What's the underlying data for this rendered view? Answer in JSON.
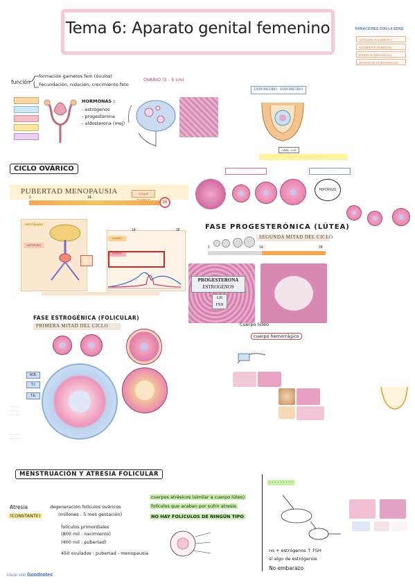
{
  "title": "Tema 6: Aparato genital femenino",
  "age_variations": {
    "heading": "VARIACIONES CON LA EDAD",
    "items": [
      "ANTES DEL NACIMIENTO",
      "NACIMIENTO-PUBERTAD",
      "PUBERTAD MENOPAUSIA",
      "DESPUES DE LA MENOPAUSIA"
    ]
  },
  "funcion": {
    "label": "función",
    "items": [
      "formación gametos fem (óvulos)",
      "Fecundación, nidación, crecimiento feto"
    ]
  },
  "hormonas": {
    "heading": "HORMONAS :",
    "items": [
      "- estrógenos",
      "- progesterona",
      "- aldosterona (mej)"
    ]
  },
  "ovario_label": "OVARIO (3 - 5 cm)",
  "ciclo_ovarico": {
    "heading": "CICLO OVÁRICO",
    "ribbon": "PUBERTAD MENOPAUSIA",
    "ciclo_label": "CICLO OVÁRICO",
    "day_start": "1",
    "day_mid": "14",
    "day_end": "28",
    "side_labels": [
      "HIPOTÁLAMO",
      "HIPÓFISIS",
      "OVARIO",
      "ÚTERO"
    ]
  },
  "fase_progesteronica": {
    "heading": "FASE PROGESTERÓNICA (LÚTEA)",
    "ribbon": "SEGUNDA MITAD DEL CICLO",
    "day_start": "1",
    "day_mid": "14",
    "day_end": "28",
    "hormone_box": "PROGESTERONA",
    "hormone_box2": "ESTROGENOS",
    "lh": "LH",
    "fsh": "FSH"
  },
  "fase_estrogenica": {
    "heading": "FASE ESTROGÉNICA (FOLICULAR)",
    "ribbon": "PRIMERA MITAD DEL CICLO",
    "layers": [
      "M.B.",
      "T.I.",
      "T.E."
    ]
  },
  "cuerpo_luteo": {
    "label": "Cuerpo lúteo",
    "branch": "cuerpo hemorrágico"
  },
  "menstruacion": {
    "heading": "MENSTRUACIÓN Y ATRESIA FOLICULAR",
    "atresia_label": "Atresia",
    "atresia_note": "(CONSTANTE)",
    "atresia_def": "degeneración folículos ováricos",
    "atresia_sub": "(millones : 5 mes gestación)",
    "counts": [
      "folículos primordiales",
      "(800 mil : nacimiento)",
      "(400 mil : pubertad)",
      "450 ovulados : pubertad - menopausia"
    ],
    "cuerpos": "cuerpos atrésicos (similar a cuerpo lúteo)",
    "foliculos_atresia": "folículos que acaban por sufrir atresia",
    "no_hay": "NO HAY FOLÍCULOS DE NINGÚN TIPO",
    "bullets": [
      "no + estrógenos  ↑ FSH",
      "sí algo de estrógenos",
      "No embarazo"
    ]
  },
  "brand": {
    "prefix": "Made with",
    "name": "Goodnotes"
  }
}
